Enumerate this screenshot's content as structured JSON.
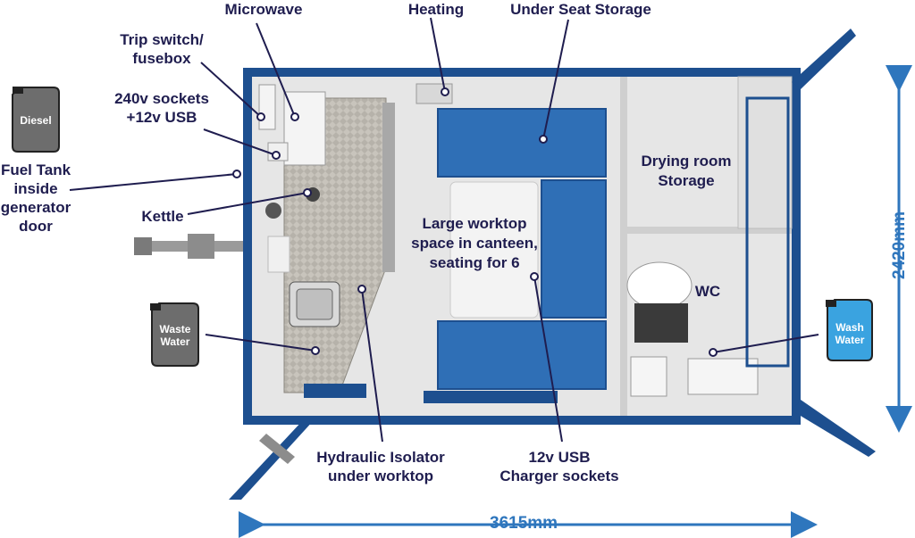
{
  "labels": {
    "microwave": "Microwave",
    "heating": "Heating",
    "under_seat_storage": "Under Seat Storage",
    "trip_switch": [
      "Trip switch/",
      "fusebox"
    ],
    "sockets": [
      "240v sockets",
      "+12v USB"
    ],
    "fuel_tank": [
      "Fuel Tank",
      "inside",
      "generator",
      "door"
    ],
    "kettle": "Kettle",
    "waste_water_callout": "",
    "drying_room": [
      "Drying room",
      "Storage"
    ],
    "worktop": [
      "Large worktop",
      "space in canteen,",
      "seating for 6"
    ],
    "wc": "WC",
    "hydraulic_isolator": [
      "Hydraulic Isolator",
      "under worktop"
    ],
    "usb_charger": [
      "12v USB",
      "Charger sockets"
    ]
  },
  "cans": {
    "diesel": "Diesel",
    "waste_water": [
      "Waste",
      "Water"
    ],
    "wash_water": [
      "Wash",
      "Water"
    ]
  },
  "dimensions": {
    "width": "3615mm",
    "height": "2420mm"
  },
  "colors": {
    "navy": "#1f1d4f",
    "blue_frame": "#1d4f8f",
    "seat_blue": "#2f6fb6",
    "dim_blue": "#2e76bd",
    "wash_can": "#3aa3e0",
    "grey_can": "#6d6d6d"
  }
}
